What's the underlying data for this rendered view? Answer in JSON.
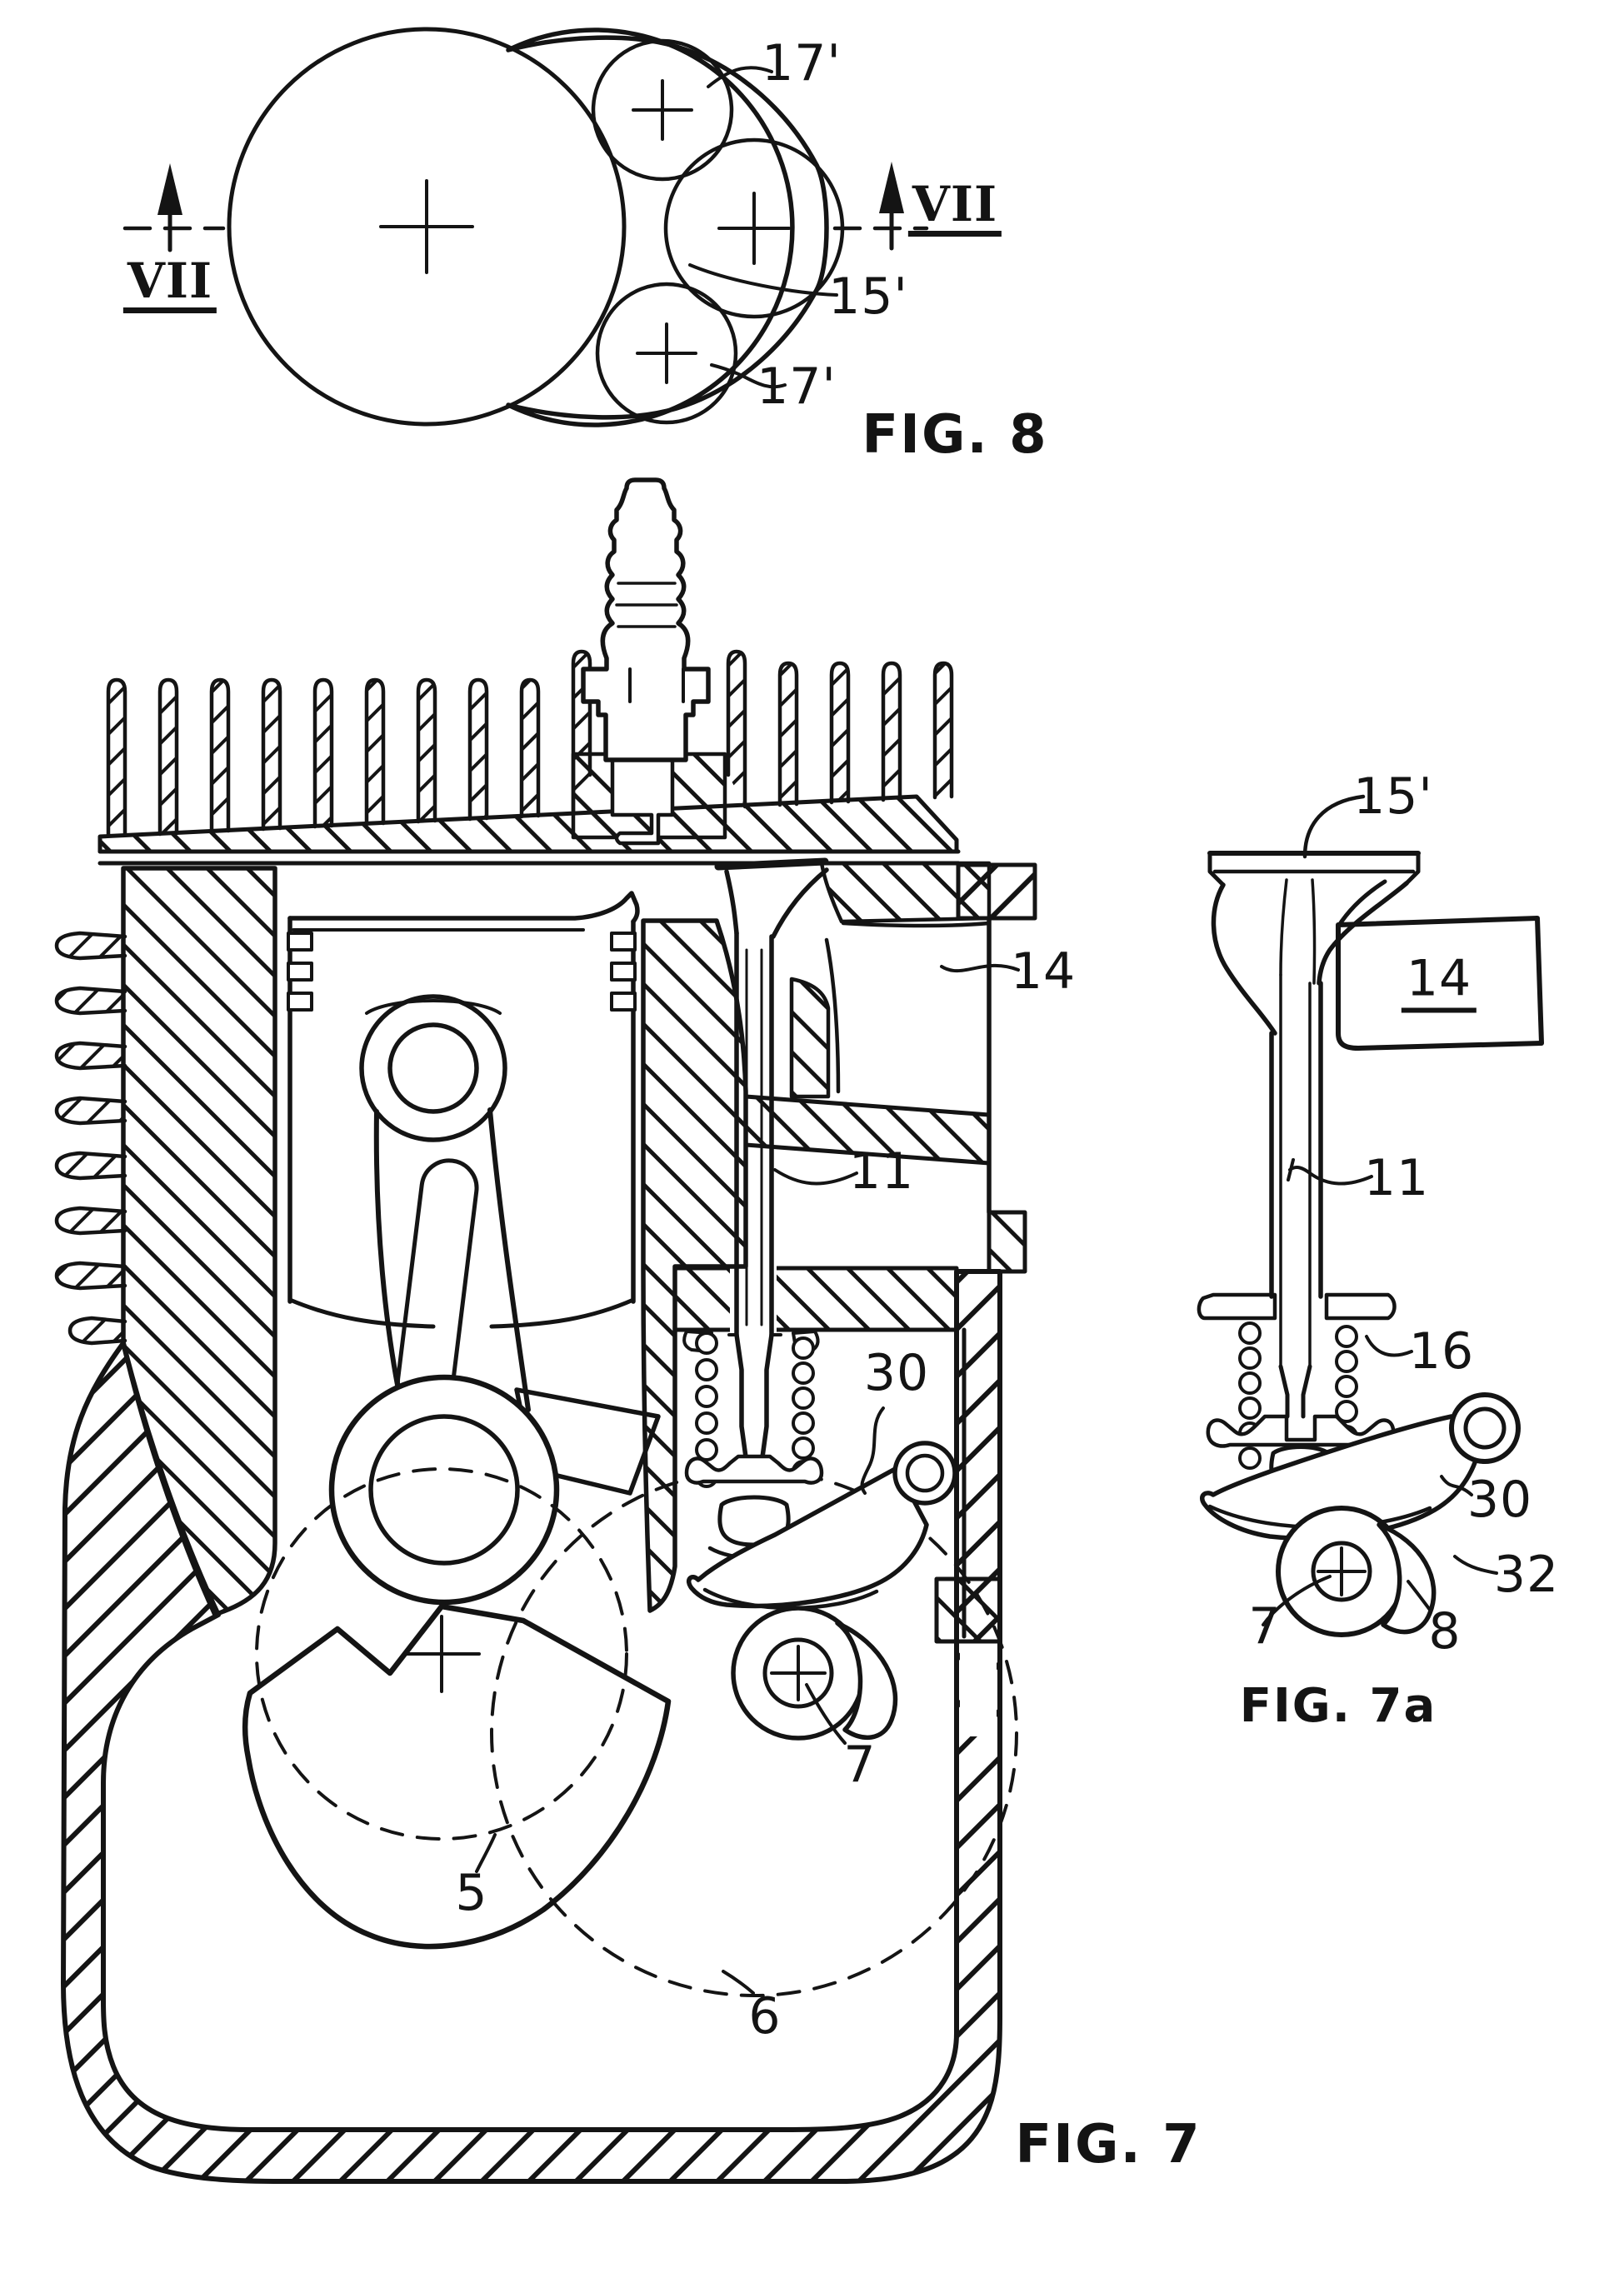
{
  "sheet": {
    "paper_color": "#ffffff",
    "ink_color": "#141414"
  },
  "figures": {
    "fig8": {
      "caption": "FIG. 8",
      "section_label": "VII",
      "labels": {
        "small_valve_top": "17'",
        "large_valve": "15'",
        "small_valve_bottom": "17'"
      }
    },
    "fig7": {
      "caption": "FIG. 7",
      "labels": {
        "intake_port": "14",
        "valve_stem": "11",
        "cam_follower": "30",
        "camshaft": "7",
        "crank_circle": "5",
        "cam_gear_circle": "6"
      }
    },
    "fig7a": {
      "caption": "FIG. 7a",
      "labels": {
        "valve_head": "15'",
        "port_block": "14",
        "valve_stem": "11",
        "valve_spring": "16",
        "cam_follower": "30",
        "cam_body": "32",
        "cam_lobe": "8",
        "cam_center": "7"
      }
    }
  }
}
